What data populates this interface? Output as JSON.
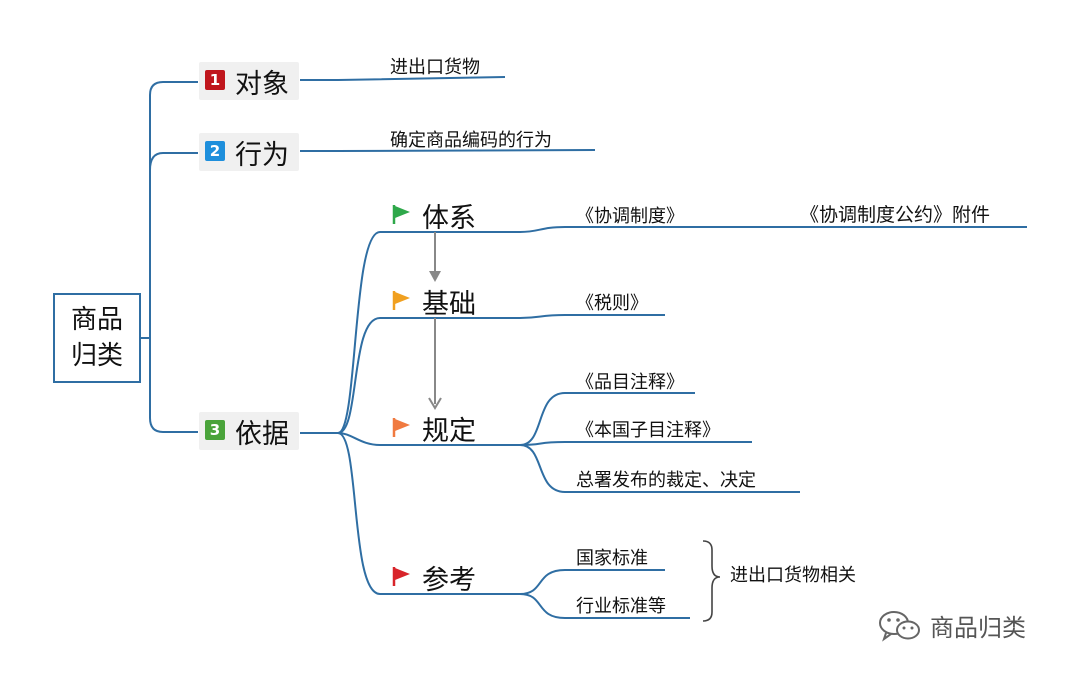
{
  "root": {
    "line1": "商品",
    "line2": "归类"
  },
  "branches": {
    "b1": {
      "badge": "1",
      "label": "对象",
      "badge_color": "#c0161d",
      "leaf": "进出口货物"
    },
    "b2": {
      "badge": "2",
      "label": "行为",
      "badge_color": "#1e8fdc",
      "leaf": "确定商品编码的行为"
    },
    "b3": {
      "badge": "3",
      "label": "依据",
      "badge_color": "#4aa33a"
    }
  },
  "basis": {
    "tixi": {
      "label": "体系",
      "flag_color": "#2ea84a",
      "leaf": "《协调制度》",
      "note": "《协调制度公约》附件"
    },
    "jichu": {
      "label": "基础",
      "flag_color": "#f0a020",
      "leaf": "《税则》"
    },
    "guiding": {
      "label": "规定",
      "flag_color": "#f07a40",
      "leaves": [
        "《品目注释》",
        "《本国子目注释》",
        "总署发布的裁定、决定"
      ]
    },
    "cankao": {
      "label": "参考",
      "flag_color": "#d8242a",
      "leaves": [
        "国家标准",
        "行业标准等"
      ],
      "bracket_note": "进出口货物相关"
    }
  },
  "colors": {
    "line": "#2f6ea3",
    "arrow": "#888888"
  },
  "watermark": {
    "text": "商品归类"
  }
}
